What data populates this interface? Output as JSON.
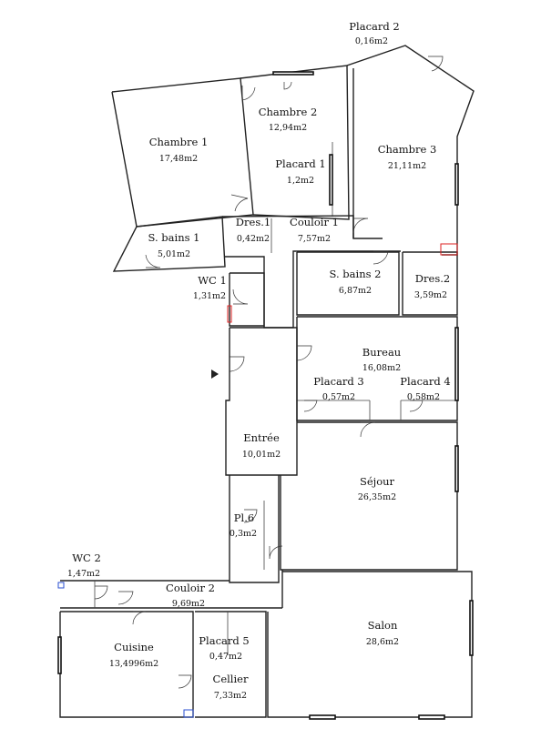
{
  "rooms": [
    {
      "id": "placard-2",
      "name": "Placard 2",
      "area": "0,16m2"
    },
    {
      "id": "chambre-1",
      "name": "Chambre 1",
      "area": "17,48m2"
    },
    {
      "id": "chambre-2",
      "name": "Chambre 2",
      "area": "12,94m2"
    },
    {
      "id": "placard-1",
      "name": "Placard 1",
      "area": "1,2m2"
    },
    {
      "id": "chambre-3",
      "name": "Chambre 3",
      "area": "21,11m2"
    },
    {
      "id": "s-bains-1",
      "name": "S. bains 1",
      "area": "5,01m2"
    },
    {
      "id": "dres-1",
      "name": "Dres.1",
      "area": "0,42m2"
    },
    {
      "id": "couloir-1",
      "name": "Couloir 1",
      "area": "7,57m2"
    },
    {
      "id": "wc-1",
      "name": "WC 1",
      "area": "1,31m2"
    },
    {
      "id": "s-bains-2",
      "name": "S. bains 2",
      "area": "6,87m2"
    },
    {
      "id": "dres-2",
      "name": "Dres.2",
      "area": "3,59m2"
    },
    {
      "id": "bureau",
      "name": "Bureau",
      "area": "16,08m2"
    },
    {
      "id": "placard-3",
      "name": "Placard 3",
      "area": "0,57m2"
    },
    {
      "id": "placard-4",
      "name": "Placard 4",
      "area": "0,58m2"
    },
    {
      "id": "entree",
      "name": "Entrée",
      "area": "10,01m2"
    },
    {
      "id": "sejour",
      "name": "Séjour",
      "area": "26,35m2"
    },
    {
      "id": "pl-6",
      "name": "Pl.6",
      "area": "0,3m2"
    },
    {
      "id": "wc-2",
      "name": "WC 2",
      "area": "1,47m2"
    },
    {
      "id": "couloir-2",
      "name": "Couloir 2",
      "area": "9,69m2"
    },
    {
      "id": "cuisine",
      "name": "Cuisine",
      "area": "13,4996m2"
    },
    {
      "id": "placard-5",
      "name": "Placard 5",
      "area": "0,47m2"
    },
    {
      "id": "salon",
      "name": "Salon",
      "area": "28,6m2"
    },
    {
      "id": "cellier",
      "name": "Cellier",
      "area": "7,33m2"
    }
  ]
}
